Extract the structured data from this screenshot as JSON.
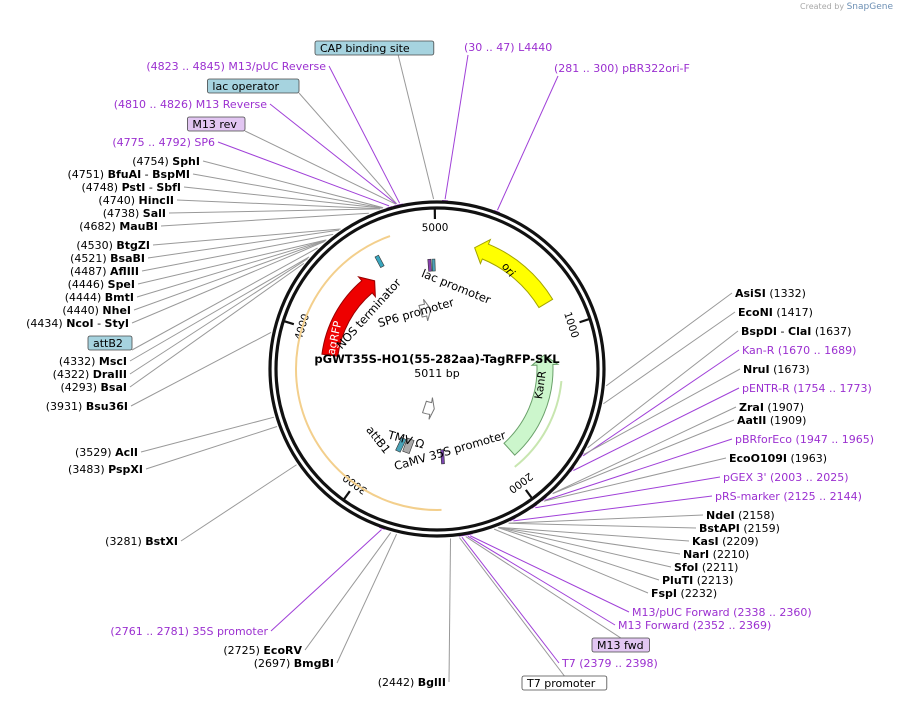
{
  "credit": {
    "prefix": "Created by",
    "brand": "SnapGene"
  },
  "map": {
    "name": "pGWT35S-HO1(55-282aa)-TagRFP-SKL",
    "length": "5011 bp",
    "ticks": [
      "1000",
      "2000",
      "3000",
      "4000",
      "5000"
    ]
  },
  "features": [
    {
      "label": "ori",
      "fill": "#ffff00",
      "stroke": "#a3a300"
    },
    {
      "label": "KanR",
      "fill": "#ccf6cc",
      "stroke": "#6aa06a"
    },
    {
      "label": "agRFP",
      "fill": "#ee0000",
      "stroke": "#990000"
    },
    {
      "label": "lac promoter"
    },
    {
      "label": "SP6 promoter"
    },
    {
      "label": "NOS terminator"
    },
    {
      "label": "TMV Ω"
    },
    {
      "label": "attB1"
    },
    {
      "label": "CaMV 35S promoter"
    }
  ],
  "callouts": {
    "left": [
      {
        "pos": "(4823 .. 4845)",
        "name": "M13/pUC Reverse",
        "kind": "primer"
      },
      {
        "pos": "",
        "name": "lac operator",
        "kind": "box-blue"
      },
      {
        "pos": "(4810 .. 4826)",
        "name": "M13 Reverse",
        "kind": "primer"
      },
      {
        "pos": "",
        "name": "M13 rev",
        "kind": "box-purple"
      },
      {
        "pos": "(4775 .. 4792)",
        "name": "SP6",
        "kind": "primer"
      },
      {
        "pos": "(4754)",
        "name": "SphI",
        "kind": "site"
      },
      {
        "pos": "(4751)",
        "name": "BfuAI",
        "name2": "BspMI",
        "kind": "site2"
      },
      {
        "pos": "(4748)",
        "name": "PstI",
        "name2": "SbfI",
        "kind": "site2"
      },
      {
        "pos": "(4740)",
        "name": "HincII",
        "kind": "site"
      },
      {
        "pos": "(4738)",
        "name": "SalI",
        "kind": "site"
      },
      {
        "pos": "(4682)",
        "name": "MauBI",
        "kind": "site"
      },
      {
        "pos": "(4530)",
        "name": "BtgZI",
        "kind": "site"
      },
      {
        "pos": "(4521)",
        "name": "BsaBI",
        "kind": "site"
      },
      {
        "pos": "(4487)",
        "name": "AflIII",
        "kind": "site"
      },
      {
        "pos": "(4446)",
        "name": "SpeI",
        "kind": "site"
      },
      {
        "pos": "(4444)",
        "name": "BmtI",
        "kind": "site"
      },
      {
        "pos": "(4440)",
        "name": "NheI",
        "kind": "site"
      },
      {
        "pos": "(4434)",
        "name": "NcoI",
        "name2": "StyI",
        "kind": "site2"
      },
      {
        "pos": "",
        "name": "attB2",
        "kind": "box-blue"
      },
      {
        "pos": "(4332)",
        "name": "MscI",
        "kind": "site"
      },
      {
        "pos": "(4322)",
        "name": "DraIII",
        "kind": "site"
      },
      {
        "pos": "(4293)",
        "name": "BsaI",
        "kind": "site"
      },
      {
        "pos": "(3931)",
        "name": "Bsu36I",
        "kind": "site"
      },
      {
        "pos": "(3529)",
        "name": "AclI",
        "kind": "site"
      },
      {
        "pos": "(3483)",
        "name": "PspXI",
        "kind": "site"
      },
      {
        "pos": "(3281)",
        "name": "BstXI",
        "kind": "site"
      },
      {
        "pos": "(2761 .. 2781)",
        "name": "35S promoter",
        "kind": "primer"
      },
      {
        "pos": "(2725)",
        "name": "EcoRV",
        "kind": "site"
      },
      {
        "pos": "(2697)",
        "name": "BmgBI",
        "kind": "site"
      },
      {
        "pos": "(2442)",
        "name": "BglII",
        "kind": "site"
      }
    ],
    "top": [
      {
        "pos": "",
        "name": "CAP binding site",
        "kind": "box-blue"
      },
      {
        "pos": "(30 .. 47)",
        "name": "L4440",
        "kind": "primer"
      },
      {
        "pos": "(281 .. 300)",
        "name": "pBR322ori-F",
        "kind": "primer"
      }
    ],
    "right": [
      {
        "pos": "(1332)",
        "name": "AsiSI",
        "kind": "site"
      },
      {
        "pos": "(1417)",
        "name": "EcoNI",
        "kind": "site"
      },
      {
        "pos": "(1637)",
        "name": "BspDI",
        "name2": "ClaI",
        "kind": "site2"
      },
      {
        "pos": "(1670 .. 1689)",
        "name": "Kan-R",
        "kind": "primer"
      },
      {
        "pos": "(1673)",
        "name": "NruI",
        "kind": "site"
      },
      {
        "pos": "(1754 .. 1773)",
        "name": "pENTR-R",
        "kind": "primer"
      },
      {
        "pos": "(1907)",
        "name": "ZraI",
        "kind": "site"
      },
      {
        "pos": "(1909)",
        "name": "AatII",
        "kind": "site"
      },
      {
        "pos": "(1947 .. 1965)",
        "name": "pBRforEco",
        "kind": "primer"
      },
      {
        "pos": "(1963)",
        "name": "EcoO109I",
        "kind": "site"
      },
      {
        "pos": "(2003 .. 2025)",
        "name": "pGEX 3'",
        "kind": "primer"
      },
      {
        "pos": "(2125 .. 2144)",
        "name": "pRS-marker",
        "kind": "primer"
      },
      {
        "pos": "(2158)",
        "name": "NdeI",
        "kind": "site"
      },
      {
        "pos": "(2159)",
        "name": "BstAPI",
        "kind": "site"
      },
      {
        "pos": "(2209)",
        "name": "KasI",
        "kind": "site"
      },
      {
        "pos": "(2210)",
        "name": "NarI",
        "kind": "site"
      },
      {
        "pos": "(2211)",
        "name": "SfoI",
        "kind": "site"
      },
      {
        "pos": "(2213)",
        "name": "PluTI",
        "kind": "site"
      },
      {
        "pos": "(2232)",
        "name": "FspI",
        "kind": "site"
      },
      {
        "pos": "(2338 .. 2360)",
        "name": "M13/pUC Forward",
        "kind": "primer"
      },
      {
        "pos": "(2352 .. 2369)",
        "name": "M13 Forward",
        "kind": "primer"
      },
      {
        "pos": "",
        "name": "M13 fwd",
        "kind": "box-purple"
      },
      {
        "pos": "(2379 .. 2398)",
        "name": "T7",
        "kind": "primer"
      },
      {
        "pos": "",
        "name": "T7 promoter",
        "kind": "box-white"
      }
    ]
  },
  "colors": {
    "primer": "#9b30d0",
    "site": "#000000",
    "box_blue_fill": "#a6d3df",
    "box_purple_fill": "#e2c6f2",
    "leader": "#999999",
    "primer_leader": "#a040d8",
    "backbone": "#111111"
  }
}
